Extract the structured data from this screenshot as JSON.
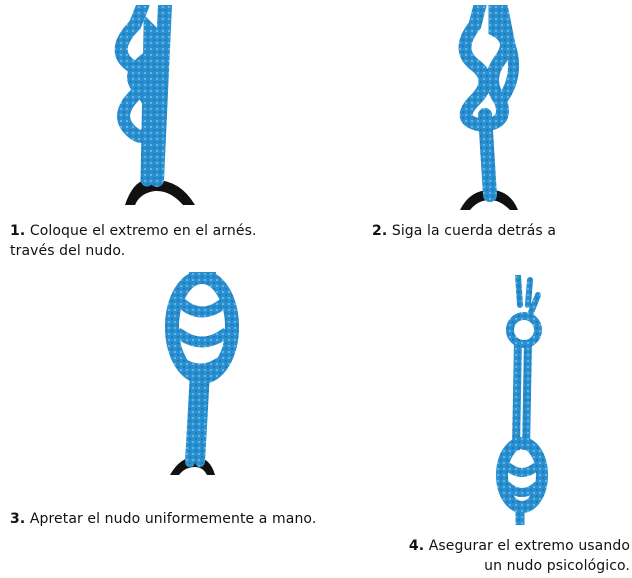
{
  "steps": [
    {
      "number": "1.",
      "text": "Coloque  el extremo en el arnés.",
      "text2": "través del nudo."
    },
    {
      "number": "2.",
      "text": "Siga la cuerda detrás a"
    },
    {
      "number": "3.",
      "text": "Apretar el nudo uniformemente a mano."
    },
    {
      "number": "4.",
      "text": "Asegurar el extremo usando",
      "text2": "un nudo psicológico."
    }
  ],
  "colors": {
    "rope": "#2a8fd0",
    "rope_dark": "#1a5f8c",
    "rope_light": "#6ec3ee",
    "harness": "#111111"
  }
}
